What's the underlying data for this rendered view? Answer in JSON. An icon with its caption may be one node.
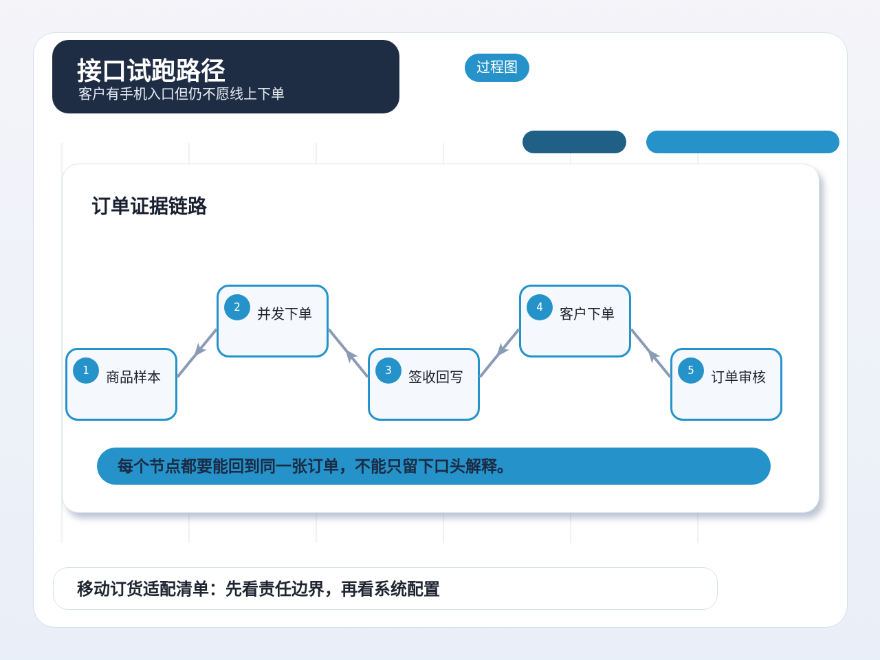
{
  "diagram": {
    "title": "接口试跑路径",
    "nodes": [
      {
        "text": [],
        "shape": "bar"
      },
      {
        "text": [],
        "shape": "bar"
      },
      {
        "text": [
          "订单证据链路"
        ]
      },
      {
        "text": [
          "1",
          "商品样本"
        ],
        "in": 2
      },
      {
        "text": [
          "2",
          "并发下单"
        ],
        "in": 2
      },
      {
        "text": [
          "3",
          "签收回写"
        ],
        "in": 2
      },
      {
        "text": [
          "4",
          "客户下单"
        ],
        "in": 2
      },
      {
        "text": [
          "5",
          "订单审核"
        ],
        "in": 2
      },
      {
        "text": [
          "每个节点都要能回到同一张订单，不能只留下口头解释。"
        ],
        "in": 2
      },
      {
        "text": [
          "移动订货适配清单：先看责任边界，再看系统配置"
        ]
      }
    ],
    "edges": [
      {
        "from": 4,
        "to": 3,
        "arrow": "to"
      },
      {
        "from": 5,
        "to": 4,
        "arrow": "to"
      },
      {
        "from": 6,
        "to": 5,
        "arrow": "to"
      },
      {
        "from": 7,
        "to": 6,
        "arrow": "to"
      }
    ],
    "labels": [
      "客户有手机入口但仍不愿线上下单",
      "过程图"
    ]
  }
}
